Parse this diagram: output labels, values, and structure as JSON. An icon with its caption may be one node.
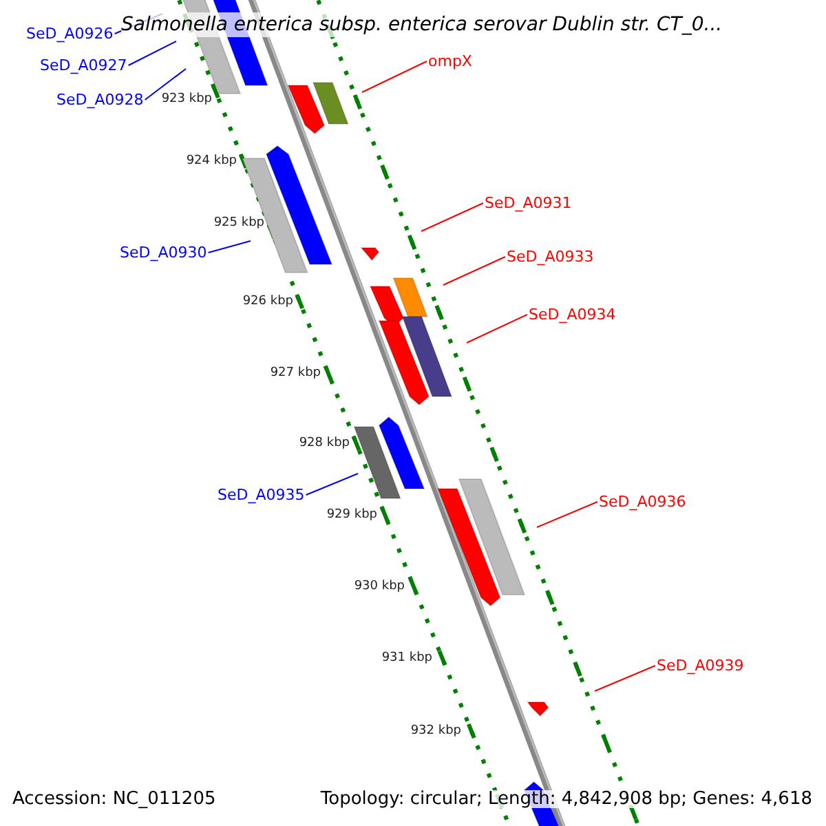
{
  "diagram": {
    "title": "Salmonella enterica subsp. enterica serovar Dublin str. CT_0...",
    "nodes": [
      {
        "text": [
          "SeD_A0926"
        ]
      },
      {
        "text": [
          "SeD_A0927"
        ]
      },
      {
        "text": [
          "SeD_A0928"
        ]
      },
      {
        "text": [
          "SeD_A0930"
        ]
      },
      {
        "text": [
          "SeD_A0935"
        ]
      },
      {
        "text": [
          "ompX"
        ]
      },
      {
        "text": [
          "SeD_A0931"
        ]
      },
      {
        "text": [
          "SeD_A0933"
        ]
      },
      {
        "text": [
          "SeD_A0934"
        ]
      },
      {
        "text": [
          "SeD_A0936"
        ]
      },
      {
        "text": [
          "SeD_A0939"
        ]
      }
    ],
    "edges": [
      {
        "from": 0,
        "to": null,
        "arrow": "none",
        "color": "#0000ff"
      },
      {
        "from": 1,
        "to": null,
        "arrow": "none",
        "color": "#0000ff"
      },
      {
        "from": 2,
        "to": null,
        "arrow": "none",
        "color": "#0000ff"
      },
      {
        "from": 3,
        "to": null,
        "arrow": "none",
        "color": "#0000ff"
      },
      {
        "from": 4,
        "to": null,
        "arrow": "none",
        "color": "#0000ff"
      },
      {
        "from": 5,
        "to": null,
        "arrow": "none",
        "color": "#ff0000"
      },
      {
        "from": 6,
        "to": null,
        "arrow": "none",
        "color": "#ff0000"
      },
      {
        "from": 7,
        "to": null,
        "arrow": "none",
        "color": "#ff0000"
      },
      {
        "from": 8,
        "to": null,
        "arrow": "none",
        "color": "#ff0000"
      },
      {
        "from": 9,
        "to": null,
        "arrow": "none",
        "color": "#ff0000"
      },
      {
        "from": 10,
        "to": null,
        "arrow": "none",
        "color": "#ff0000"
      }
    ],
    "labels": [
      "923 kbp",
      "924 kbp",
      "925 kbp",
      "926 kbp",
      "927 kbp",
      "928 kbp",
      "929 kbp",
      "930 kbp",
      "931 kbp",
      "932 kbp",
      "Accession: NC_011205",
      "Topology: circular; Length: 4,842,908 bp; Genes: 4,618"
    ]
  }
}
